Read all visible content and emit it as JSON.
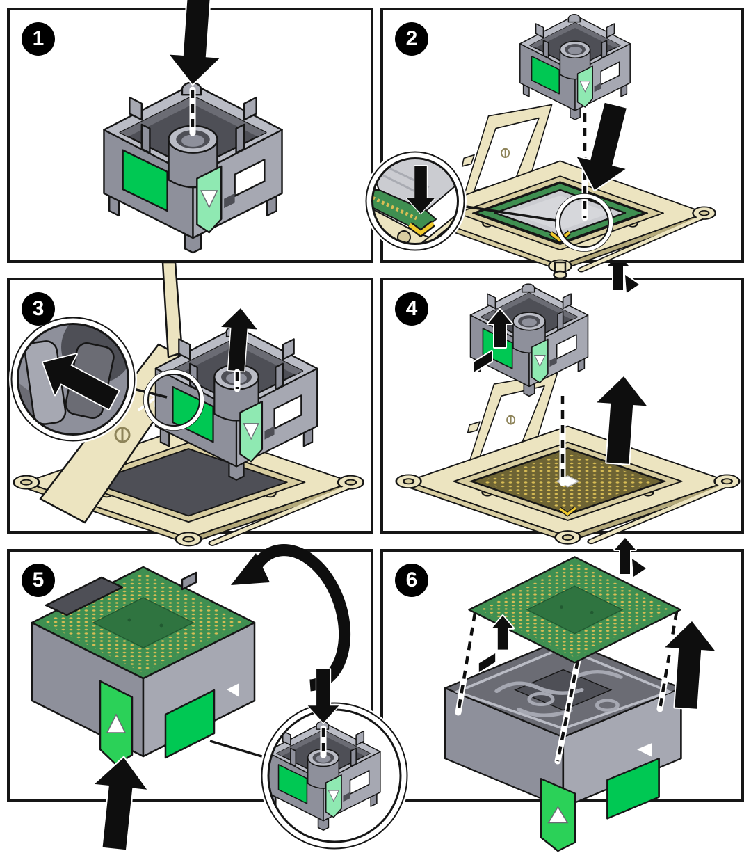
{
  "figure": {
    "type": "six-step-hardware-procedure-diagram",
    "panels": [
      {
        "step": "1",
        "parts": [
          "processor-removal-tool"
        ],
        "icons": [
          "arrow-down",
          "dashed-guide"
        ]
      },
      {
        "step": "2",
        "parts": [
          "processor-removal-tool",
          "open-socket-with-processor",
          "retention-frame"
        ],
        "icons": [
          "arrow-down",
          "dashed-guide",
          "magnifier-inset",
          "inset-arrow-down",
          "corner-alignment-mark"
        ]
      },
      {
        "step": "3",
        "parts": [
          "processor-removal-tool-on-socket",
          "open-retention-frame",
          "frame-rod"
        ],
        "icons": [
          "arrow-up",
          "dashed-guide",
          "magnifier-inset",
          "inset-arrow-up-left",
          "latch-callout-circle"
        ]
      },
      {
        "step": "4",
        "parts": [
          "processor-removal-tool",
          "empty-open-socket",
          "retention-frame"
        ],
        "icons": [
          "arrow-up",
          "step-arrow-up",
          "release-lever-icon",
          "dashed-guide"
        ]
      },
      {
        "step": "5",
        "parts": [
          "processor-removal-tool-inverted",
          "processor-pins-up"
        ],
        "icons": [
          "flip-rotate-arrow",
          "arrow-up",
          "magnifier-inset",
          "inset-arrow-down",
          "dashed-guide"
        ]
      },
      {
        "step": "6",
        "parts": [
          "processor-removal-tool-inverted-open",
          "processor-pins-up"
        ],
        "icons": [
          "arrow-up",
          "step-arrow-up",
          "release-lever-icon",
          "dashed-guides"
        ]
      }
    ]
  },
  "colors": {
    "ink": "#161616",
    "arrow": "#0e0e0e",
    "body_light2": "#babcc5",
    "body_light": "#a6a8b2",
    "body_mid": "#8e909b",
    "body_dark": "#6b6c74",
    "body_darker": "#4e4f56",
    "label_green": "#00c853",
    "mint": "#8fe9b2",
    "tab_green": "#2bd158",
    "tan": "#ece4c0",
    "tan_mid": "#d8cda0",
    "tan_deep": "#b4a97b",
    "tan_line": "#8e845a",
    "pcb": "#3f8f51",
    "pcb_dark": "#2f7440",
    "pcb_deep": "#215a31",
    "gold": "#d8bd55",
    "spreader": "#cbccd1",
    "spreader_line": "#a9abb2",
    "yellow": "#efc92d"
  }
}
